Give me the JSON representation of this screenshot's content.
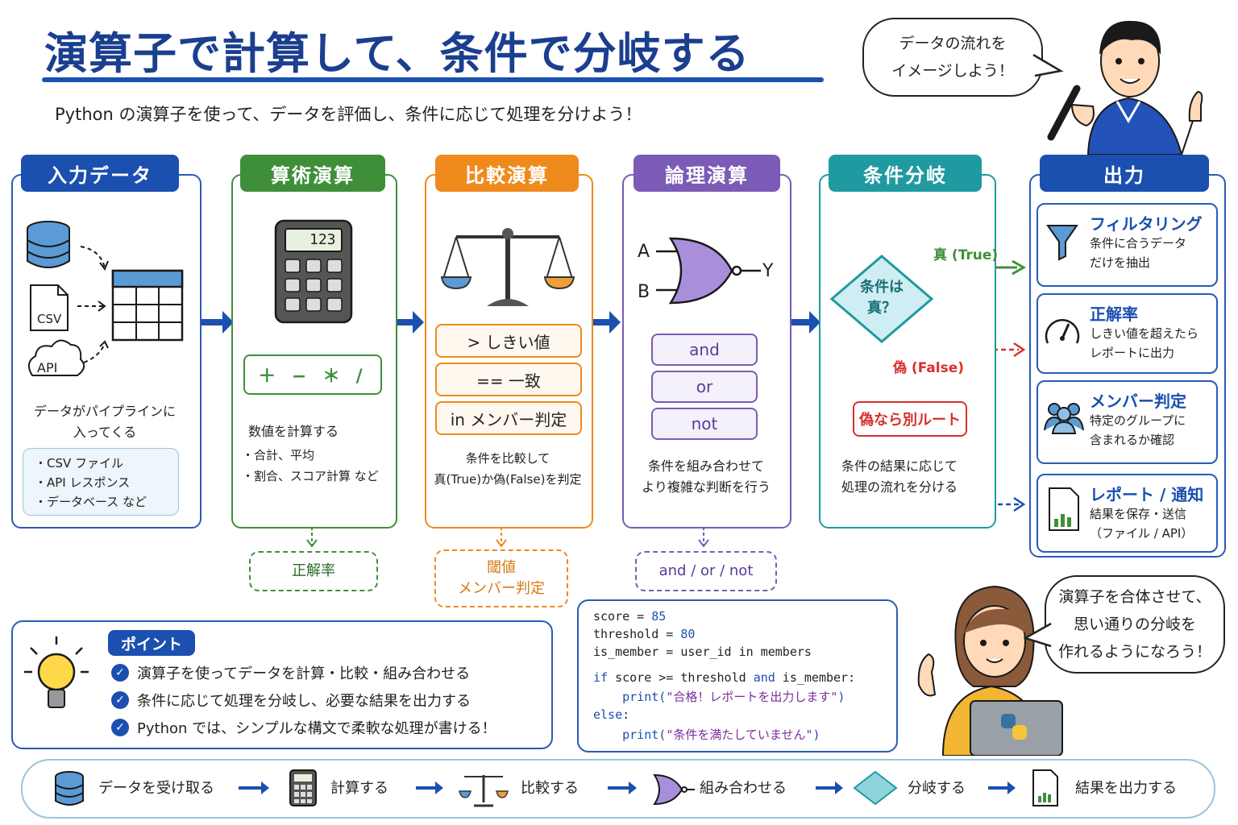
{
  "title": "演算子で計算して、条件で分岐する",
  "subtitle": "Python の演算子を使って、データを評価し、条件に応じて処理を分けよう！",
  "bubble_top": [
    "データの流れを",
    "イメージしよう！"
  ],
  "bubble_bottom": [
    "演算子を合体させて、",
    "思い通りの分岐を",
    "作れるようになろう！"
  ],
  "stages": {
    "input": {
      "title": "入力データ",
      "csv": "CSV",
      "api": "API",
      "desc": [
        "データがパイプラインに",
        "入ってくる"
      ],
      "list": [
        "・CSV ファイル",
        "・API レスポンス",
        "・データベース など"
      ]
    },
    "arith": {
      "title": "算術演算",
      "display": "123",
      "ops": "＋ − ＊ /",
      "desc": "数値を計算する",
      "list": [
        "・合計、平均",
        "・割合、スコア計算 など"
      ],
      "note": "正解率"
    },
    "compare": {
      "title": "比較演算",
      "pills": [
        "> しきい値",
        "== 一致",
        "in メンバー判定"
      ],
      "desc": [
        "条件を比較して",
        "真(True)か偽(False)を判定"
      ],
      "note": [
        "閾値",
        "メンバー判定"
      ]
    },
    "logic": {
      "title": "論理演算",
      "gate_a": "A",
      "gate_b": "B",
      "gate_y": "Y",
      "pills": [
        "and",
        "or",
        "not"
      ],
      "desc": [
        "条件を組み合わせて",
        "より複雑な判断を行う"
      ],
      "note": "and / or / not"
    },
    "branch": {
      "title": "条件分岐",
      "diamond": [
        "条件は",
        "真？"
      ],
      "true_label": "真 (True)",
      "false_label": "偽 (False)",
      "false_box": "偽なら別ルート",
      "desc": [
        "条件の結果に応じて",
        "処理の流れを分ける"
      ]
    },
    "output": {
      "title": "出力"
    }
  },
  "outputs": [
    {
      "title": "フィルタリング",
      "desc": [
        "条件に合うデータ",
        "だけを抽出"
      ]
    },
    {
      "title": "正解率",
      "desc": [
        "しきい値を超えたら",
        "レポートに出力"
      ]
    },
    {
      "title": "メンバー判定",
      "desc": [
        "特定のグループに",
        "含まれるか確認"
      ]
    },
    {
      "title": "レポート / 通知",
      "desc": [
        "結果を保存・送信",
        "（ファイル / API）"
      ]
    }
  ],
  "code": {
    "l1a": "score",
    "l1b": " = ",
    "l1c": "85",
    "l2a": "threshold",
    "l2b": " = ",
    "l2c": "80",
    "l3": "is_member = user_id in members",
    "l4a": "if",
    "l4b": " score >= threshold ",
    "l4c": "and",
    "l4d": " is_member:",
    "l5a": "    print(",
    "l5b": "\"合格！レポートを出力します\"",
    "l5c": ")",
    "l6a": "else",
    "l6b": ":",
    "l7a": "    print(",
    "l7b": "\"条件を満たしていません\"",
    "l7c": ")"
  },
  "point": {
    "tag": "ポイント",
    "items": [
      "演算子を使ってデータを計算・比較・組み合わせる",
      "条件に応じて処理を分岐し、必要な結果を出力する",
      "Python では、シンプルな構文で柔軟な処理が書ける！"
    ]
  },
  "bottom_steps": [
    "データを受け取る",
    "計算する",
    "比較する",
    "組み合わせる",
    "分岐する",
    "結果を出力する"
  ],
  "colors": {
    "blue": "#1b4fb0",
    "green": "#3f8f3a",
    "orange": "#ef8a1c",
    "purple": "#7b5bb5",
    "teal": "#1f9aa0",
    "red": "#d8302b"
  }
}
